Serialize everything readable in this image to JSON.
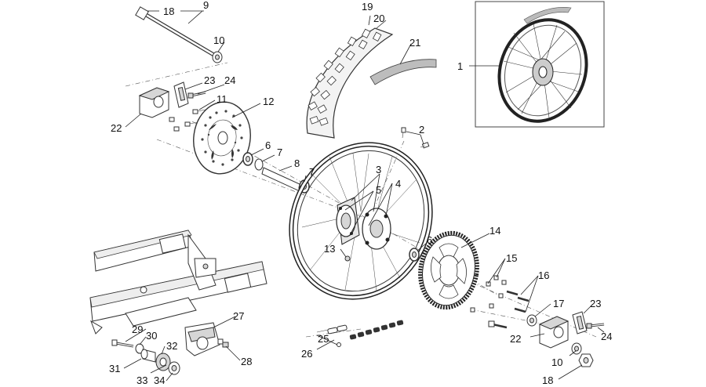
{
  "callouts": [
    {
      "id": "c1",
      "text": "1"
    },
    {
      "id": "c2",
      "text": "2"
    },
    {
      "id": "c3",
      "text": "3"
    },
    {
      "id": "c4",
      "text": "4"
    },
    {
      "id": "c5",
      "text": "5"
    },
    {
      "id": "c6a",
      "text": "6"
    },
    {
      "id": "c6b",
      "text": "6"
    },
    {
      "id": "c7a",
      "text": "7"
    },
    {
      "id": "c7b",
      "text": "7"
    },
    {
      "id": "c8",
      "text": "8"
    },
    {
      "id": "c9",
      "text": "9"
    },
    {
      "id": "c10a",
      "text": "10"
    },
    {
      "id": "c10b",
      "text": "10"
    },
    {
      "id": "c11",
      "text": "11"
    },
    {
      "id": "c12",
      "text": "12"
    },
    {
      "id": "c13",
      "text": "13"
    },
    {
      "id": "c14",
      "text": "14"
    },
    {
      "id": "c15",
      "text": "15"
    },
    {
      "id": "c16",
      "text": "16"
    },
    {
      "id": "c17",
      "text": "17"
    },
    {
      "id": "c18a",
      "text": "18"
    },
    {
      "id": "c18b",
      "text": "18"
    },
    {
      "id": "c19",
      "text": "19"
    },
    {
      "id": "c20",
      "text": "20"
    },
    {
      "id": "c21",
      "text": "21"
    },
    {
      "id": "c22a",
      "text": "22"
    },
    {
      "id": "c22b",
      "text": "22"
    },
    {
      "id": "c23a",
      "text": "23"
    },
    {
      "id": "c23b",
      "text": "23"
    },
    {
      "id": "c24a",
      "text": "24"
    },
    {
      "id": "c24b",
      "text": "24"
    },
    {
      "id": "c25",
      "text": "25"
    },
    {
      "id": "c26",
      "text": "26"
    },
    {
      "id": "c27",
      "text": "27"
    },
    {
      "id": "c28",
      "text": "28"
    },
    {
      "id": "c29",
      "text": "29"
    },
    {
      "id": "c30",
      "text": "30"
    },
    {
      "id": "c31",
      "text": "31"
    },
    {
      "id": "c32",
      "text": "32"
    },
    {
      "id": "c33",
      "text": "33"
    },
    {
      "id": "c34",
      "text": "34"
    }
  ]
}
